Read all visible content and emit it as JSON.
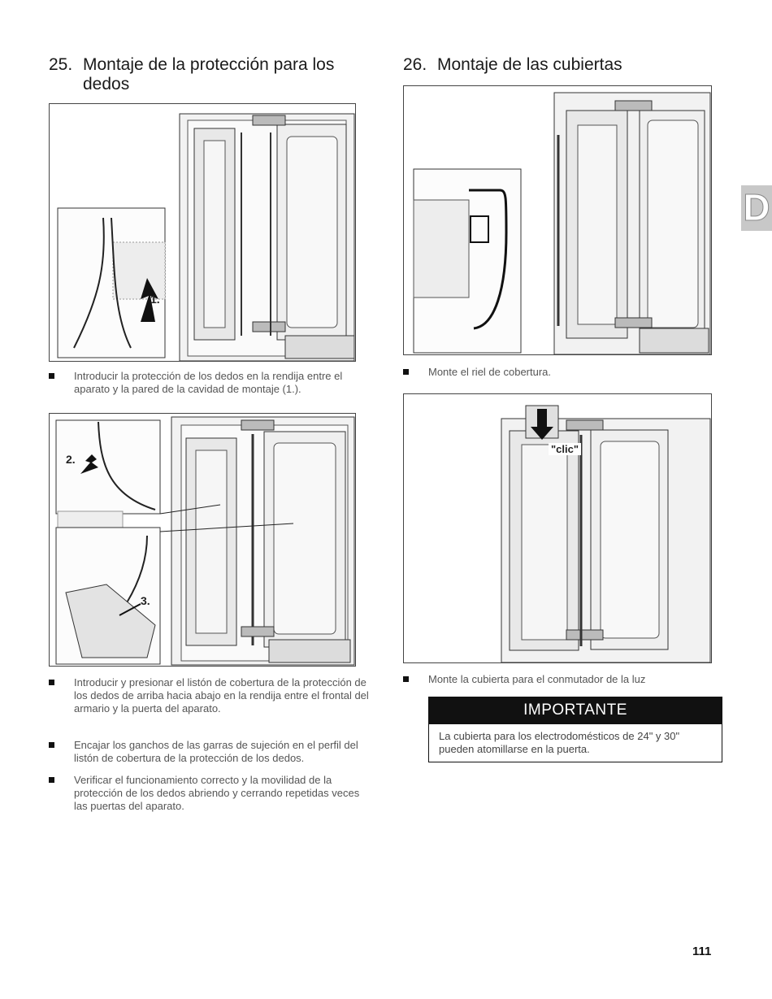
{
  "left": {
    "section_number": "25.",
    "section_title_line1": "Montaje de la protección para los",
    "section_title_line2": "dedos",
    "figure1_callout": "1.",
    "figure1_caption": "Introducir la protección de los dedos en la rendija entre el aparato y la pared de la cavidad de montaje (1.).",
    "figure2_callouts": [
      "2.",
      "3."
    ],
    "bullets": [
      "Introducir y presionar el listón de cobertura de la protección de los dedos de arriba hacia abajo en la rendija entre el frontal del armario y la puerta del aparato.",
      "Encajar los ganchos de las garras de sujeción en el perfil del listón de cobertura de la protección de los dedos.",
      "Verificar el funcionamiento correcto y la movilidad de la protección de los dedos abriendo y cerrando repetidas veces las puertas del aparato."
    ]
  },
  "right": {
    "section_number": "26.",
    "section_title": "Montaje de las cubiertas",
    "figure1_caption": "Monte el riel de cobertura.",
    "figure2_label": "\"clic\"",
    "figure2_caption": "Monte la cubierta para el conmutador de la luz",
    "important": {
      "heading": "IMPORTANTE",
      "text": "La cubierta para los electrodomésticos de 24\" y 30\" pueden atomillarse en la puerta."
    }
  },
  "side_tab": "D",
  "page_number": "111",
  "icons": [
    "bullet-square-icon",
    "arrow-up-icon",
    "arrow-down-icon"
  ]
}
